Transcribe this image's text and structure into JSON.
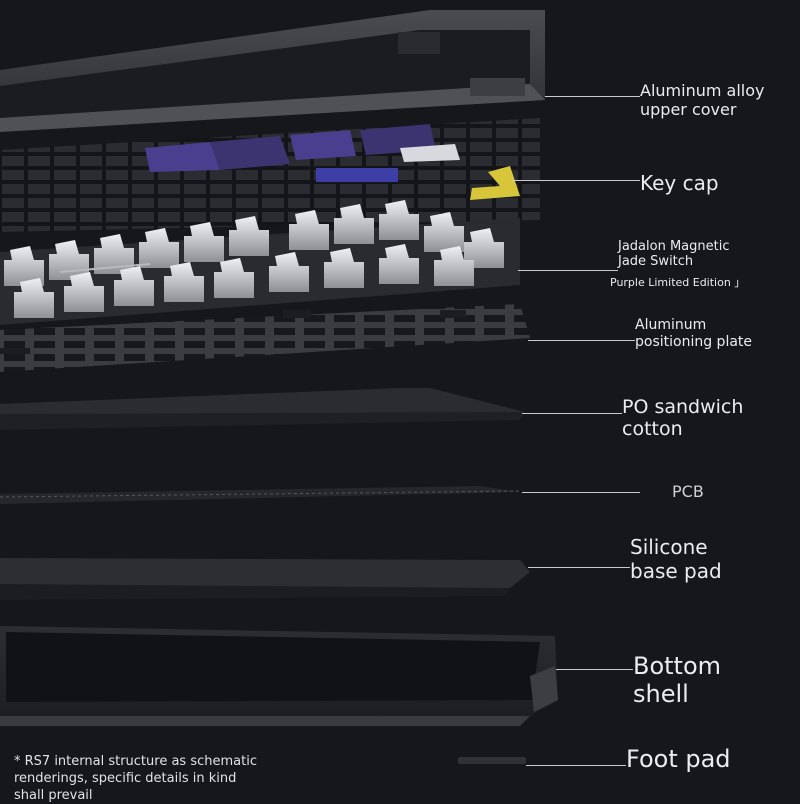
{
  "parts": [
    {
      "id": "upper-cover",
      "lines": [
        "Aluminum alloy",
        "upper cover"
      ]
    },
    {
      "id": "key-cap",
      "lines": [
        "Key cap"
      ]
    },
    {
      "id": "switch",
      "lines": [
        "Jadalon Magnetic",
        "Jade Switch"
      ],
      "sub": "Purple Limited Edition 」"
    },
    {
      "id": "plate",
      "lines": [
        "Aluminum",
        "positioning plate"
      ]
    },
    {
      "id": "cotton",
      "lines": [
        "PO sandwich",
        "cotton"
      ]
    },
    {
      "id": "pcb",
      "lines": [
        "PCB"
      ]
    },
    {
      "id": "base-pad",
      "lines": [
        "Silicone",
        "base pad"
      ]
    },
    {
      "id": "bottom-shell",
      "lines": [
        "Bottom",
        "shell"
      ]
    },
    {
      "id": "foot-pad",
      "lines": [
        "Foot pad"
      ]
    }
  ],
  "footnote": [
    "* RS7 internal structure as schematic",
    "renderings, specific details in kind",
    "shall prevail"
  ],
  "colors": {
    "background": "#16171b",
    "aluminum": "#3a3b40",
    "purple_keycap": "#4a3f8e",
    "yellow_keycap": "#d7c63a",
    "switch_housing": "#c9cbd0",
    "label_text": "#ececef"
  }
}
